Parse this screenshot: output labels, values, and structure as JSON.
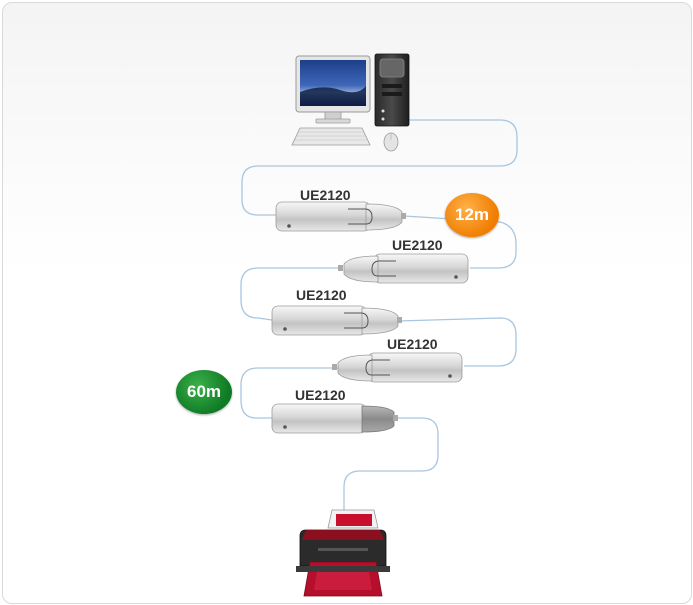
{
  "extenders": [
    {
      "model": "UE2120"
    },
    {
      "model": "UE2120"
    },
    {
      "model": "UE2120"
    },
    {
      "model": "UE2120"
    },
    {
      "model": "UE2120"
    }
  ],
  "distances": {
    "first": "12m",
    "total": "60m"
  },
  "colors": {
    "cable": "#a9c6e0",
    "orange_badge": "#f07d00",
    "green_badge": "#1a8a2e",
    "printer_accent": "#c8102e"
  },
  "icons": [
    "desktop-computer-icon",
    "keyboard-icon",
    "mouse-icon",
    "usb-extender-icon",
    "printer-icon"
  ]
}
